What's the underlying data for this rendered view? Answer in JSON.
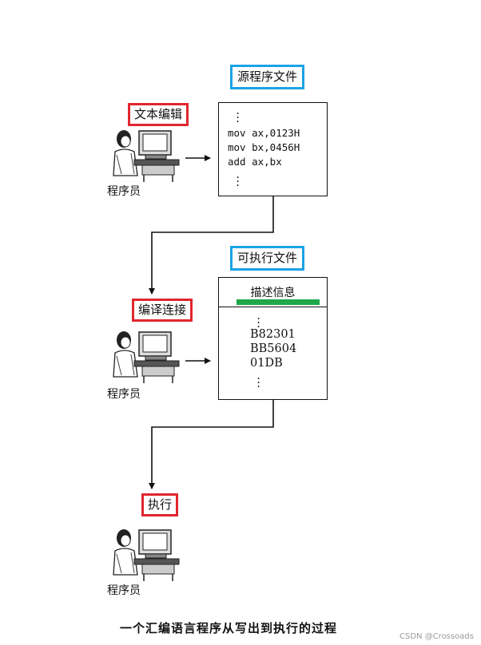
{
  "stages": [
    {
      "action_label": "文本编辑",
      "person_label": "程序员",
      "file_title": "源程序文件",
      "code_lines": [
        "mov ax,0123H",
        "mov bx,0456H",
        "add ax,bx"
      ]
    },
    {
      "action_label": "编译连接",
      "person_label": "程序员",
      "file_title": "可执行文件",
      "header": "描述信息",
      "hex_lines": [
        "B82301",
        "BB5604",
        "01DB"
      ]
    },
    {
      "action_label": "执行",
      "person_label": "程序员"
    }
  ],
  "caption": "一个汇编语言程序从写出到执行的过程",
  "watermark": "CSDN @Crossoads",
  "colors": {
    "action_border": "#e0262d",
    "file_border": "#1aa3e6",
    "header_bar": "#1fa84a"
  }
}
